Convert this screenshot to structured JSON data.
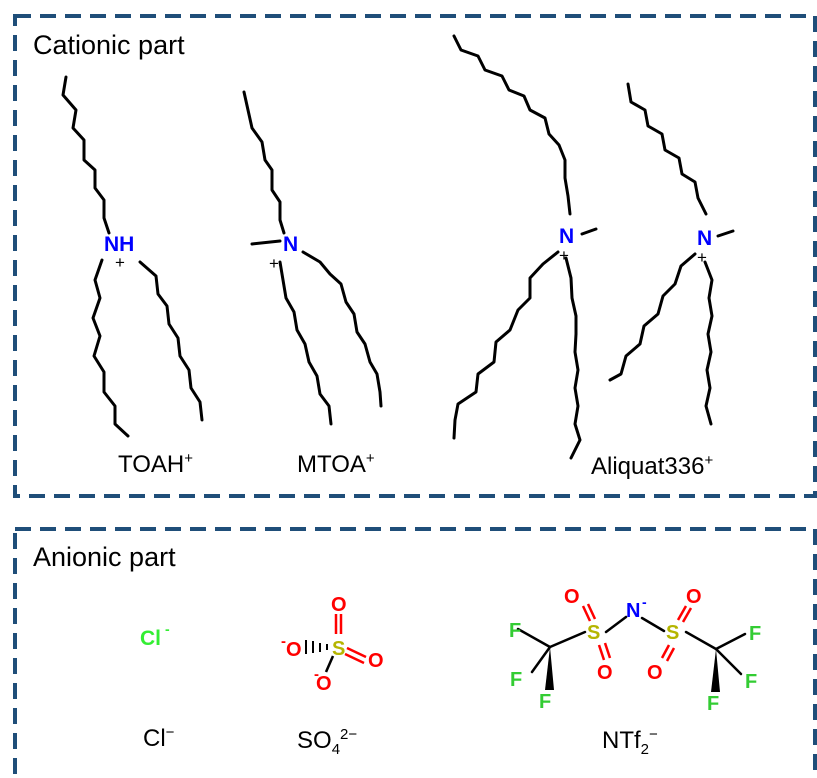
{
  "panels": {
    "cationic": {
      "title": "Cationic part"
    },
    "anionic": {
      "title": "Anionic part"
    }
  },
  "cations": [
    {
      "name": "TOAH",
      "charge": "+"
    },
    {
      "name": "MTOA",
      "charge": "+"
    },
    {
      "name": "Aliquat336",
      "charge": "+"
    }
  ],
  "anions": [
    {
      "name": "Cl",
      "sup": "−"
    },
    {
      "name": "SO",
      "sub": "4",
      "sup": "2−"
    },
    {
      "name": "NTf",
      "sub": "2",
      "sup": "−"
    }
  ],
  "atoms": {
    "ammonium_h": "NH",
    "nitrogen": "N",
    "plus": "+",
    "chloride": "Cl",
    "minus": "-",
    "sulfur": "S",
    "oxygen": "O",
    "fluorine": "F"
  },
  "colors": {
    "border": "#1f4e79",
    "nitrogen": "#0000ff",
    "oxygen": "#ff0000",
    "sulfur": "#b5b500",
    "fluorine": "#33cc33",
    "chloride": "#33ee33",
    "bond": "#000000"
  }
}
